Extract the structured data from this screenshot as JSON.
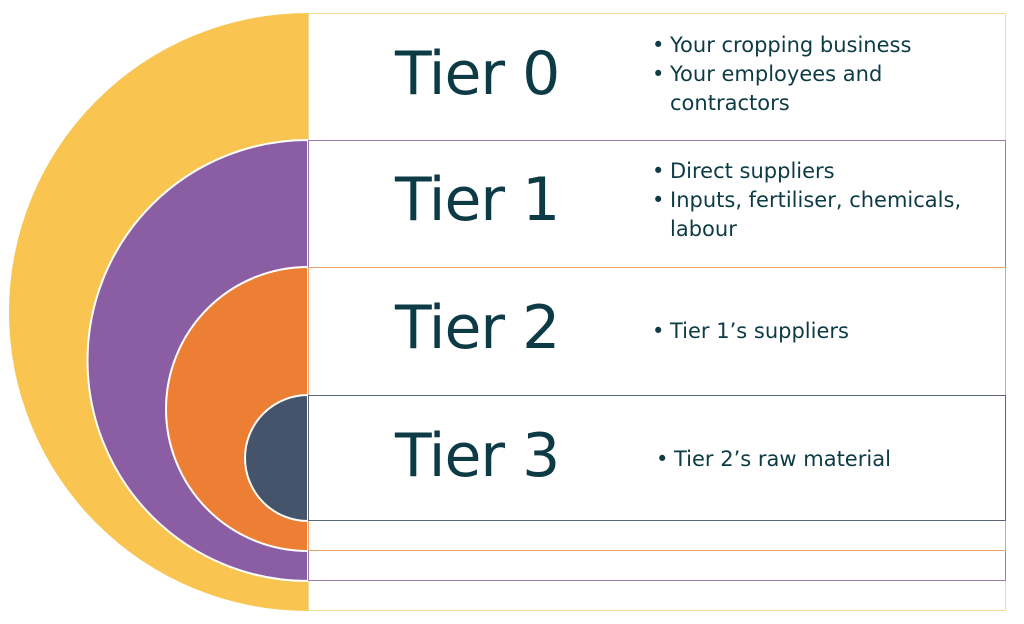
{
  "colors": {
    "tier0": "#f9c450",
    "tier1": "#8b5ea3",
    "tier2": "#ec7f33",
    "tier3": "#45546a",
    "text": "#0d3b45"
  },
  "tiers": [
    {
      "title": "Tier 0",
      "bullets": [
        "Your cropping business",
        "Your employees and contractors"
      ]
    },
    {
      "title": "Tier 1",
      "bullets": [
        "Direct suppliers",
        "Inputs, fertiliser, chemicals, labour"
      ]
    },
    {
      "title": "Tier 2",
      "bullets": [
        "Tier 1’s suppliers"
      ]
    },
    {
      "title": "Tier 3",
      "bullets": [
        "Tier 2’s raw material"
      ]
    }
  ]
}
